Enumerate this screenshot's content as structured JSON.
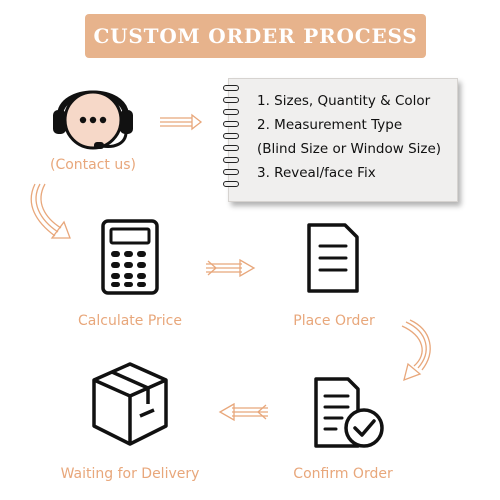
{
  "header": {
    "title": "CUSTOM ORDER PROCESS"
  },
  "contact": {
    "label": "(Contact us)",
    "icon": "headset-support-icon"
  },
  "notes": {
    "lines": [
      "1. Sizes, Quantity & Color",
      "2. Measurement Type",
      "(Blind Size or Window Size)",
      "3. Reveal/face Fix"
    ]
  },
  "steps": [
    {
      "label": "Calculate Price",
      "icon": "calculator-icon"
    },
    {
      "label": "Place Order",
      "icon": "document-icon"
    },
    {
      "label": "Confirm Order",
      "icon": "document-check-icon"
    },
    {
      "label": "Waiting for Delivery",
      "icon": "package-box-icon"
    }
  ],
  "colors": {
    "accent": "#e7b38c",
    "label": "#e8a77b",
    "icon_stroke": "#111111",
    "notebook_bg": "#f0efee"
  }
}
